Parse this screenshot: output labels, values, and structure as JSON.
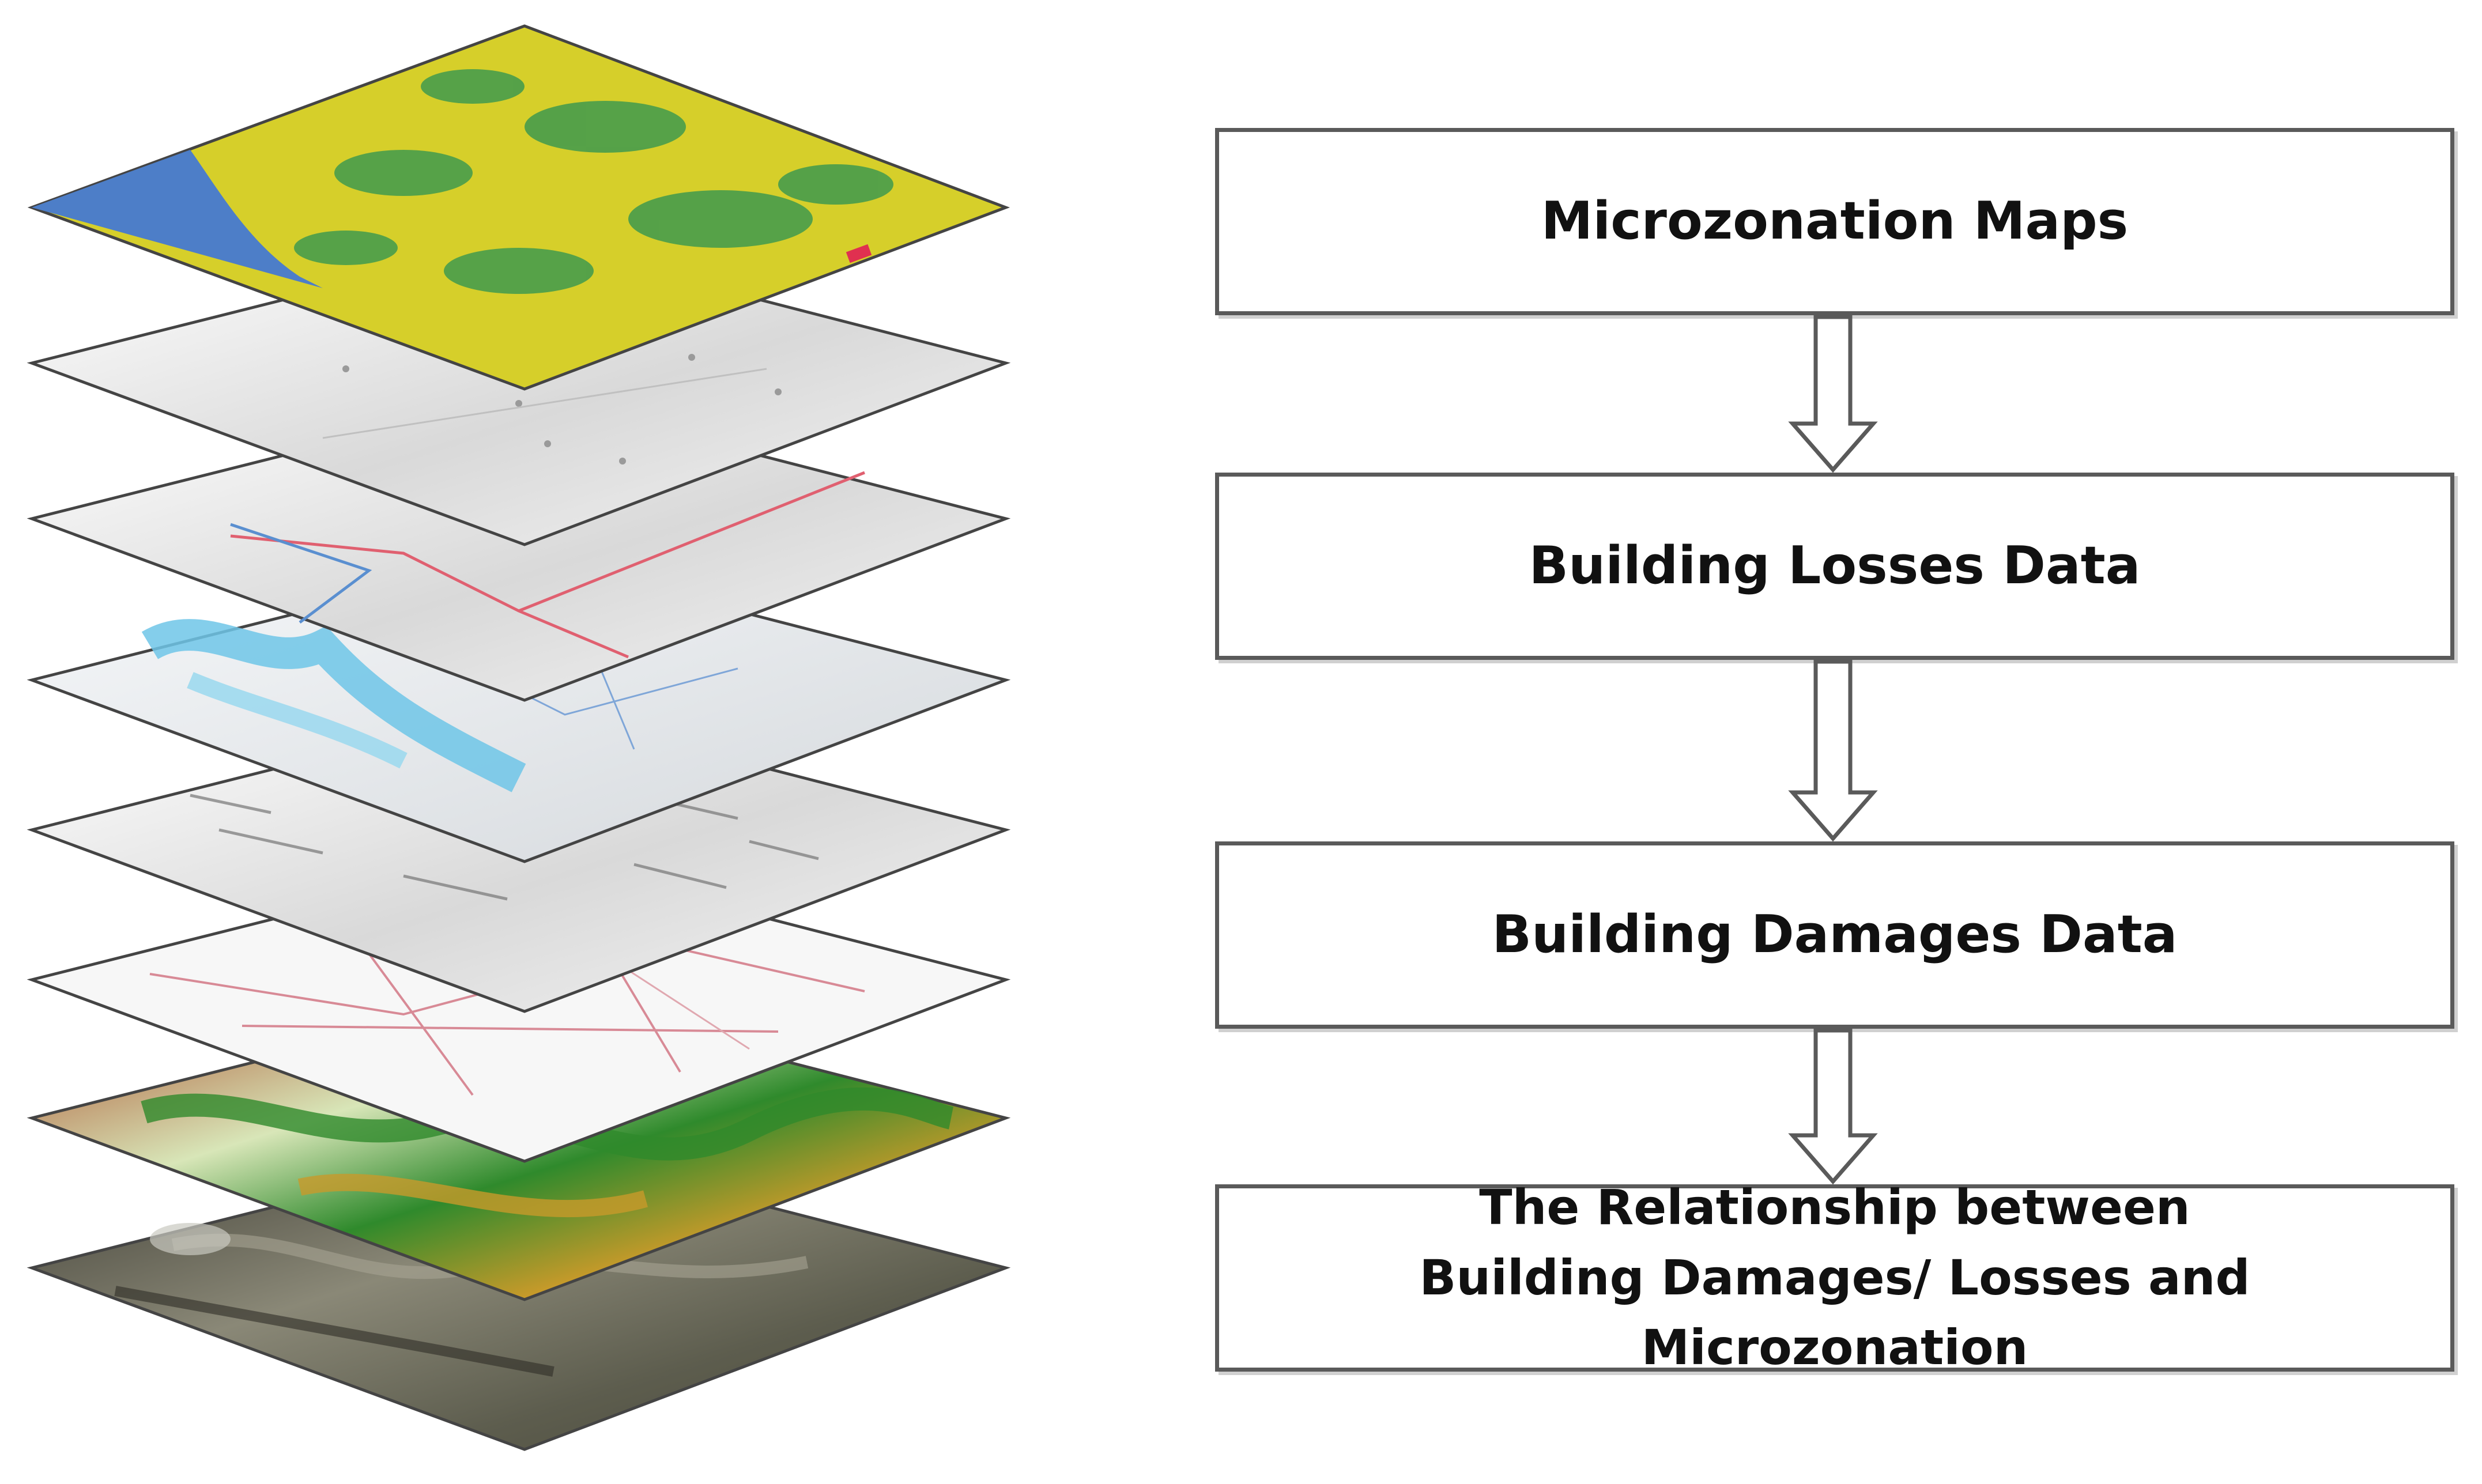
{
  "layers_illustration": {
    "layers": [
      {
        "name": "land-cover-layer",
        "colors": [
          "#d6cf2a",
          "#3f9a4e",
          "#4d7ec8"
        ]
      },
      {
        "name": "points-layer",
        "colors": [
          "#f4f4f4",
          "#bdbdbd"
        ]
      },
      {
        "name": "lines-layer",
        "colors": [
          "#f2f2f2",
          "#e06070",
          "#5a8fd0"
        ]
      },
      {
        "name": "hydrology-layer",
        "colors": [
          "#f6f8fa",
          "#6ec6e8"
        ]
      },
      {
        "name": "text-annotation-layer",
        "colors": [
          "#f3f3f3",
          "#777777"
        ]
      },
      {
        "name": "road-network-layer",
        "colors": [
          "#f7f7f7",
          "#d88a96"
        ]
      },
      {
        "name": "elevation-layer",
        "colors": [
          "#2f8a2c",
          "#c89a2a",
          "#9a3a1e",
          "#d8e6b8"
        ]
      },
      {
        "name": "satellite-imagery-layer",
        "colors": [
          "#5d5d4e",
          "#8a8877",
          "#3c3b32"
        ]
      }
    ]
  },
  "flowchart": {
    "steps": [
      {
        "label_lines": [
          "Microzonation Maps"
        ]
      },
      {
        "label_lines": [
          "Building Losses Data"
        ]
      },
      {
        "label_lines": [
          "Building Damages Data"
        ]
      },
      {
        "label_lines": [
          "The Relationship between",
          "Building Damages/ Losses and Microzonation"
        ]
      }
    ],
    "border_color": "#5a5a5a",
    "arrow_style": "hollow-down-arrow"
  }
}
